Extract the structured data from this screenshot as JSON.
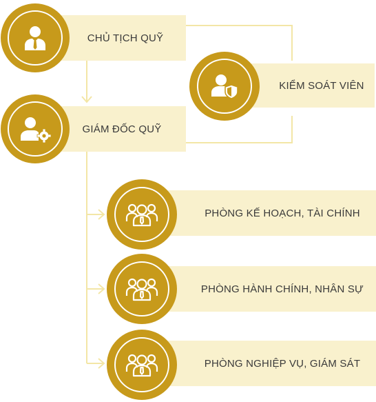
{
  "nodes": {
    "chairman": {
      "label": "CHỦ TỊCH QUỸ",
      "icon": "businessman-icon"
    },
    "controller": {
      "label": "KIỂM SOÁT VIÊN",
      "icon": "user-shield-icon"
    },
    "director": {
      "label": "GIÁM ĐỐC QUỸ",
      "icon": "user-gear-icon"
    },
    "departments": [
      {
        "label": "PHÒNG KẾ HOẠCH, TÀI CHÍNH",
        "icon": "team-icon"
      },
      {
        "label": "PHÒNG HÀNH CHÍNH, NHÂN SỰ",
        "icon": "team-icon"
      },
      {
        "label": "PHÒNG NGHIỆP VỤ, GIÁM SÁT",
        "icon": "team-icon"
      }
    ]
  },
  "colors": {
    "gold": "#c79a1b",
    "box": "#f9f1cd",
    "line": "#f3e6a6",
    "text": "#3a3a3a"
  }
}
